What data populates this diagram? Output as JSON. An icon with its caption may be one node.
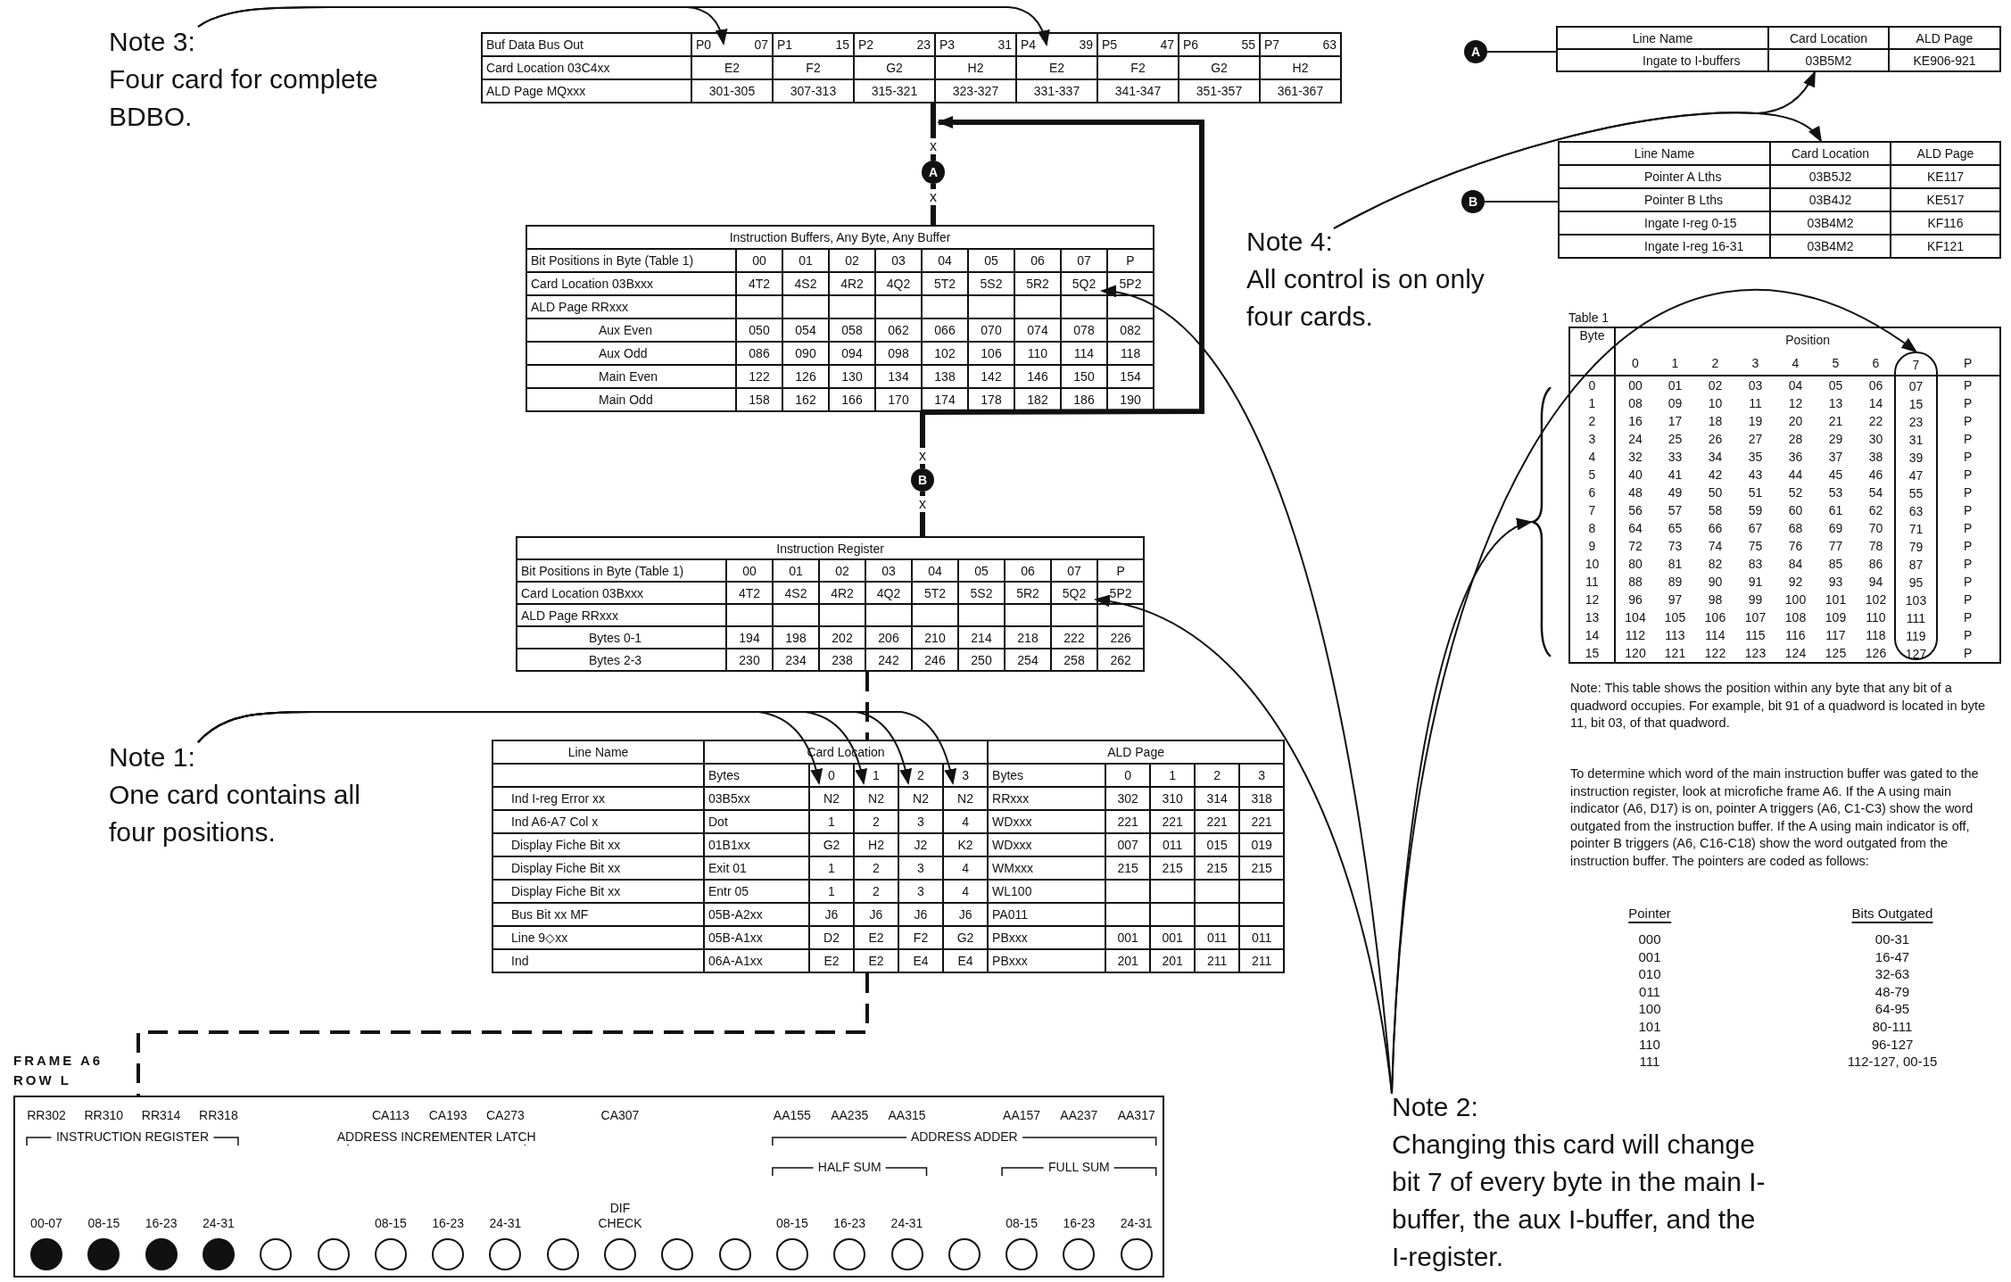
{
  "diagram": {
    "nodes": [
      {
        "text": [
          "Note 3:",
          "Four card for complete BDBO."
        ]
      },
      {
        "text": [
          "Buf Data Bus Out",
          "P0",
          "07",
          "P1",
          "15",
          "P2",
          "23",
          "P3",
          "31",
          "P4",
          "39",
          "P5",
          "47",
          "P6",
          "55",
          "P7",
          "63",
          "Card Location 03C4xx",
          "E2",
          "F2",
          "G2",
          "H2",
          "E2",
          "F2",
          "G2",
          "H2",
          "ALD Page MQxxx",
          "301-305",
          "307-313",
          "315-321",
          "323-327",
          "331-337",
          "341-347",
          "351-357",
          "361-367"
        ]
      },
      {
        "text": [
          "A"
        ]
      },
      {
        "text": [
          "Instruction Buffers, Any Byte, Any Buffer",
          "Bit Positions in Byte (Table 1)",
          "00",
          "01",
          "02",
          "03",
          "04",
          "05",
          "06",
          "07",
          "P",
          "Card Location 03Bxxx",
          "4T2",
          "4S2",
          "4R2",
          "4Q2",
          "5T2",
          "5S2",
          "5R2",
          "5Q2",
          "5P2",
          "ALD Page RRxxx",
          "Aux Even",
          "050",
          "054",
          "058",
          "062",
          "066",
          "070",
          "074",
          "078",
          "082",
          "Aux Odd",
          "086",
          "090",
          "094",
          "098",
          "102",
          "106",
          "110",
          "114",
          "118",
          "Main Even",
          "122",
          "126",
          "130",
          "134",
          "138",
          "142",
          "146",
          "150",
          "154",
          "Main Odd",
          "158",
          "162",
          "166",
          "170",
          "174",
          "178",
          "182",
          "186",
          "190"
        ]
      },
      {
        "text": [
          "B"
        ]
      },
      {
        "text": [
          "Instruction Register",
          "Bit Positions in Byte (Table 1)",
          "00",
          "01",
          "02",
          "03",
          "04",
          "05",
          "06",
          "07",
          "P",
          "Card Location 03Bxxx",
          "4T2",
          "4S2",
          "4R2",
          "4Q2",
          "5T2",
          "5S2",
          "5R2",
          "5Q2",
          "5P2",
          "ALD Page RRxxx",
          "Bytes 0-1",
          "194",
          "198",
          "202",
          "206",
          "210",
          "214",
          "218",
          "222",
          "226",
          "Bytes 2-3",
          "230",
          "234",
          "238",
          "242",
          "246",
          "250",
          "254",
          "258",
          "262"
        ]
      },
      {
        "text": [
          "Note 1:",
          "One card contains all four positions."
        ]
      },
      {
        "text": [
          "Line Name",
          "Card Location",
          "ALD Page",
          "Bytes",
          "0",
          "1",
          "2",
          "3",
          "Bytes",
          "0",
          "1",
          "2",
          "3",
          "Ind I-reg Error xx",
          "03B5xx",
          "N2",
          "N2",
          "N2",
          "N2",
          "RRxxx",
          "302",
          "310",
          "314",
          "318",
          "Ind A6-A7 Col x",
          "Dot",
          "1",
          "2",
          "3",
          "4",
          "WDxxx",
          "221",
          "221",
          "221",
          "221",
          "Display Fiche Bit xx",
          "01B1xx",
          "G2",
          "H2",
          "J2",
          "K2",
          "WDxxx",
          "007",
          "011",
          "015",
          "019",
          "Display Fiche Bit xx",
          "Exit 01",
          "1",
          "2",
          "3",
          "4",
          "WMxxx",
          "215",
          "215",
          "215",
          "215",
          "Display Fiche Bit xx",
          "Entr 05",
          "1",
          "2",
          "3",
          "4",
          "WL100",
          "Bus Bit xx MF",
          "05B-A2xx",
          "J6",
          "J6",
          "J6",
          "J6",
          "PA011",
          "Line 9◇xx",
          "05B-A1xx",
          "D2",
          "E2",
          "F2",
          "G2",
          "PBxxx",
          "001",
          "001",
          "011",
          "011",
          "Ind",
          "06A-A1xx",
          "E2",
          "E2",
          "E4",
          "E4",
          "PBxxx",
          "201",
          "201",
          "211",
          "211"
        ]
      },
      {
        "text": [
          "A"
        ]
      },
      {
        "text": [
          "Line Name",
          "Card Location",
          "ALD Page",
          "Ingate to I-buffers",
          "03B5M2",
          "KE906-921"
        ]
      },
      {
        "text": [
          "B"
        ]
      },
      {
        "text": [
          "Line Name",
          "Card Location",
          "ALD Page",
          "Pointer A Lths",
          "03B5J2",
          "KE117",
          "Pointer B Lths",
          "03B4J2",
          "KE517",
          "Ingate I-reg 0-15",
          "03B4M2",
          "KF116",
          "Ingate I-reg 16-31",
          "03B4M2",
          "KF121"
        ]
      },
      {
        "text": [
          "Note 4:",
          "All control is on only four cards."
        ]
      },
      {
        "text": [
          "Table 1",
          "Byte",
          "Position",
          "0",
          "1",
          "2",
          "3",
          "4",
          "5",
          "6",
          "P",
          "0",
          "00",
          "01",
          "02",
          "03",
          "04",
          "05",
          "06",
          "P",
          "1",
          "08",
          "09",
          "10",
          "11",
          "12",
          "13",
          "14",
          "P",
          "2",
          "16",
          "17",
          "18",
          "19",
          "20",
          "21",
          "22",
          "P",
          "3",
          "24",
          "25",
          "26",
          "27",
          "28",
          "29",
          "30",
          "P",
          "4",
          "32",
          "33",
          "34",
          "35",
          "36",
          "37",
          "38",
          "P",
          "5",
          "40",
          "41",
          "42",
          "43",
          "44",
          "45",
          "46",
          "P",
          "6",
          "48",
          "49",
          "50",
          "51",
          "52",
          "53",
          "54",
          "P",
          "7",
          "56",
          "57",
          "58",
          "59",
          "60",
          "61",
          "62",
          "P",
          "8",
          "64",
          "65",
          "66",
          "67",
          "68",
          "69",
          "70",
          "P",
          "9",
          "72",
          "73",
          "74",
          "75",
          "76",
          "77",
          "78",
          "P",
          "10",
          "80",
          "81",
          "82",
          "83",
          "84",
          "85",
          "86",
          "P",
          "11",
          "88",
          "89",
          "90",
          "91",
          "92",
          "93",
          "94",
          "P",
          "12",
          "96",
          "97",
          "98",
          "99",
          "100",
          "101",
          "102",
          "P",
          "13",
          "104",
          "105",
          "106",
          "107",
          "108",
          "109",
          "110",
          "P",
          "14",
          "112",
          "113",
          "114",
          "115",
          "116",
          "117",
          "118",
          "P",
          "15",
          "120",
          "121",
          "122",
          "123",
          "124",
          "125",
          "126",
          "P"
        ]
      },
      {
        "text": [
          "7",
          "07",
          "15",
          "23",
          "31",
          "39",
          "47",
          "55",
          "63",
          "71",
          "79",
          "87",
          "95",
          "103",
          "111",
          "119",
          "127"
        ],
        "in": 13
      },
      {
        "text": [],
        "shape": "brace"
      },
      {
        "text": [
          "Note 2:",
          "Changing this card will change bit 7 of every byte in the main I-buffer, the aux I-buffer, and the I-register."
        ]
      },
      {
        "text": [
          "FRAME A6 ROW L",
          "RR302",
          "RR310",
          "RR314",
          "RR318",
          "CA113",
          "CA193",
          "CA273",
          "CA307",
          "AA155",
          "AA235",
          "AA315",
          "AA157",
          "AA237",
          "AA317",
          "INSTRUCTION REGISTER",
          "ADDRESS INCREMENTER LATCH",
          "ADDRESS ADDER",
          "HALF SUM",
          "FULL SUM",
          "00-07",
          "08-15",
          "16-23",
          "24-31",
          "08-15",
          "16-23",
          "24-31",
          "DIF CHECK",
          "08-15",
          "16-23",
          "24-31",
          "08-15",
          "16-23",
          "24-31"
        ]
      },
      {
        "text": [],
        "shape": "dot",
        "in": 17
      },
      {
        "text": [],
        "shape": "dot",
        "in": 17
      },
      {
        "text": [],
        "shape": "dot",
        "in": 17
      },
      {
        "text": [],
        "shape": "dot",
        "in": 17
      },
      {
        "text": [],
        "shape": "circle",
        "in": 17
      },
      {
        "text": [],
        "shape": "circle",
        "in": 17
      },
      {
        "text": [],
        "shape": "circle",
        "in": 17
      },
      {
        "text": [],
        "shape": "circle",
        "in": 17
      },
      {
        "text": [],
        "shape": "circle",
        "in": 17
      },
      {
        "text": [],
        "shape": "circle",
        "in": 17
      },
      {
        "text": [],
        "shape": "circle",
        "in": 17
      },
      {
        "text": [],
        "shape": "circle",
        "in": 17
      },
      {
        "text": [],
        "shape": "circle",
        "in": 17
      },
      {
        "text": [],
        "shape": "circle",
        "in": 17
      },
      {
        "text": [],
        "shape": "circle",
        "in": 17
      },
      {
        "text": [],
        "shape": "circle",
        "in": 17
      },
      {
        "text": [],
        "shape": "circle",
        "in": 17
      },
      {
        "text": [],
        "shape": "circle",
        "in": 17
      },
      {
        "text": [],
        "shape": "circle",
        "in": 17
      },
      {
        "text": [],
        "shape": "circle",
        "in": 17
      }
    ],
    "edges": [
      {
        "from": 0,
        "to": 1,
        "arrow": "to"
      },
      {
        "from": 0,
        "to": 1,
        "arrow": "to"
      },
      {
        "from": 1,
        "to": 2,
        "arrow": "none",
        "style": "thick"
      },
      {
        "from": 2,
        "to": 3,
        "arrow": "none",
        "style": "thick"
      },
      {
        "from": 3,
        "to": 4,
        "arrow": "none",
        "style": "thick"
      },
      {
        "from": 4,
        "to": 5,
        "arrow": "none",
        "style": "thick"
      },
      {
        "from": 3,
        "to": 1,
        "arrow": "to",
        "style": "thick"
      },
      {
        "from": 5,
        "to": 7,
        "arrow": "none",
        "style": "dashed"
      },
      {
        "from": 7,
        "to": 17,
        "arrow": "none",
        "style": "dashed"
      },
      {
        "from": 6,
        "to": 7,
        "arrow": "to"
      },
      {
        "from": 6,
        "to": 7,
        "arrow": "to"
      },
      {
        "from": 6,
        "to": 7,
        "arrow": "to"
      },
      {
        "from": 6,
        "to": 7,
        "arrow": "to"
      },
      {
        "from": 8,
        "to": 9,
        "arrow": "none"
      },
      {
        "from": 10,
        "to": 11,
        "arrow": "none"
      },
      {
        "from": 12,
        "to": 9,
        "arrow": "to"
      },
      {
        "from": 12,
        "to": 11,
        "arrow": "to"
      },
      {
        "from": 16,
        "to": 3,
        "arrow": "to"
      },
      {
        "from": 16,
        "to": 5,
        "arrow": "to"
      },
      {
        "from": 16,
        "to": 14,
        "arrow": "to"
      },
      {
        "from": 16,
        "to": 15,
        "arrow": "to"
      }
    ],
    "labels": [
      "x",
      "x",
      "x",
      "x",
      "Note: This table shows the position within any byte that any bit of a quadword occupies. For example, bit 91 of a quadword is located in byte 11, bit 03, of that quadword.",
      "To determine which word of the main instruction buffer was gated to the instruction register, look at microfiche frame A6. If the A using main indicator (A6, D17) is on, pointer A triggers (A6, C1-C3) show the word outgated from the instruction buffer. If the A using main indicator is off, pointer B triggers (A6, C16-C18) show the word outgated from the instruction buffer. The pointers are coded as follows:",
      "Pointer",
      "Bits Outgated",
      "000",
      "00-31",
      "001",
      "16-47",
      "010",
      "32-63",
      "011",
      "48-79",
      "100",
      "64-95",
      "101",
      "80-111",
      "110",
      "96-127",
      "111",
      "112-127, 00-15"
    ]
  }
}
